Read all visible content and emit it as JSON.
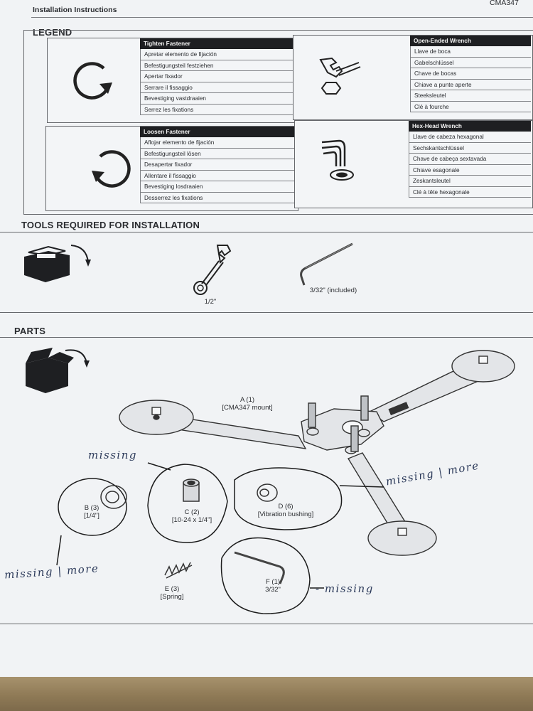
{
  "header": {
    "title": "Installation Instructions",
    "model": "CMA347"
  },
  "legend": {
    "title": "LEGEND",
    "tighten": {
      "heading": "Tighten Fastener",
      "rows": [
        "Apretar elemento de fijación",
        "Befestigungsteil festziehen",
        "Apertar fixador",
        "Serrare il fissaggio",
        "Bevestiging vastdraaien",
        "Serrez les fixations"
      ]
    },
    "loosen": {
      "heading": "Loosen Fastener",
      "rows": [
        "Aflojar elemento de fijación",
        "Befestigungsteil lösen",
        "Desapertar fixador",
        "Allentare il fissaggio",
        "Bevestiging losdraaien",
        "Desserrez les fixations"
      ]
    },
    "open_wrench": {
      "heading": "Open-Ended Wrench",
      "rows": [
        "Llave de boca",
        "Gabelschlüssel",
        "Chave de bocas",
        "Chiave a punte aperte",
        "Steeksleutel",
        "Clé à fourche"
      ]
    },
    "hex_wrench": {
      "heading": "Hex-Head Wrench",
      "rows": [
        "Llave de cabeza hexagonal",
        "Sechskantschlüssel",
        "Chave de cabeça sextavada",
        "Chiave esagonale",
        "Zeskantsleutel",
        "Clé à tête hexagonale"
      ]
    }
  },
  "tools": {
    "title": "TOOLS REQUIRED FOR INSTALLATION",
    "wrench_label": "1/2\"",
    "hex_label": "3/32\" (included)"
  },
  "parts": {
    "title": "PARTS",
    "mount": {
      "line1": "A (1)",
      "line2": "[CMA347 mount]"
    },
    "b": {
      "line1": "B (3)",
      "line2": "[1/4\"]"
    },
    "c": {
      "line1": "C (2)",
      "line2": "[10-24 x 1/4\"]"
    },
    "d": {
      "line1": "D (6)",
      "line2": "[Vibration bushing]"
    },
    "e": {
      "line1": "E (3)",
      "line2": "[Spring]"
    },
    "f": {
      "line1": "F (1)",
      "line2": "3/32\""
    }
  },
  "handwritten": {
    "c_note": "missing",
    "d_note": "missing | more",
    "b_note": "missing | more",
    "f_note": "- missing"
  }
}
